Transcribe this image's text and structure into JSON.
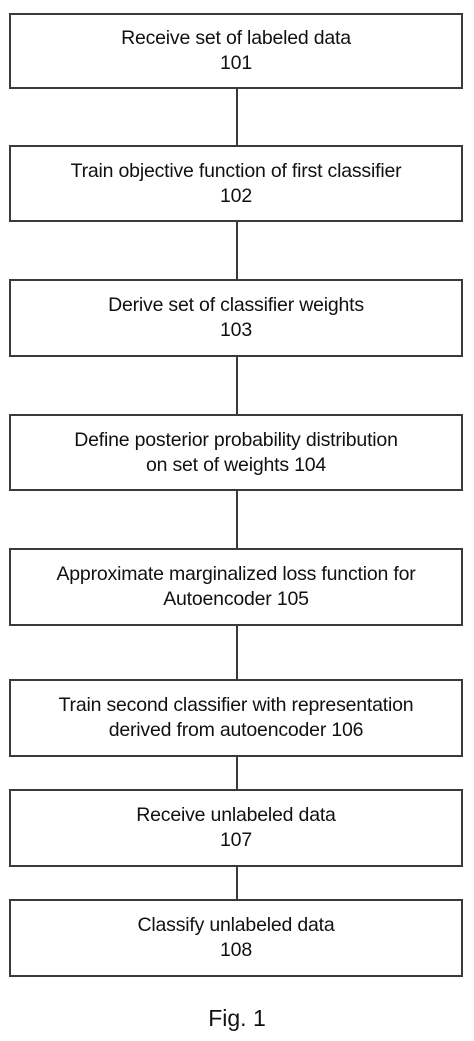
{
  "steps": [
    {
      "line1": "Receive set of labeled data",
      "line2": "101"
    },
    {
      "line1": "Train objective function of first classifier",
      "line2": "102"
    },
    {
      "line1": "Derive set of classifier weights",
      "line2": "103"
    },
    {
      "line1": "Define posterior probability distribution",
      "line2": "on set of weights 104"
    },
    {
      "line1": "Approximate marginalized loss function for",
      "line2": "Autoencoder 105"
    },
    {
      "line1": "Train second classifier with representation",
      "line2": "derived from autoencoder 106"
    },
    {
      "line1": "Receive unlabeled data",
      "line2": "107"
    },
    {
      "line1": "Classify unlabeled data",
      "line2": "108"
    }
  ],
  "caption": "Fig. 1"
}
